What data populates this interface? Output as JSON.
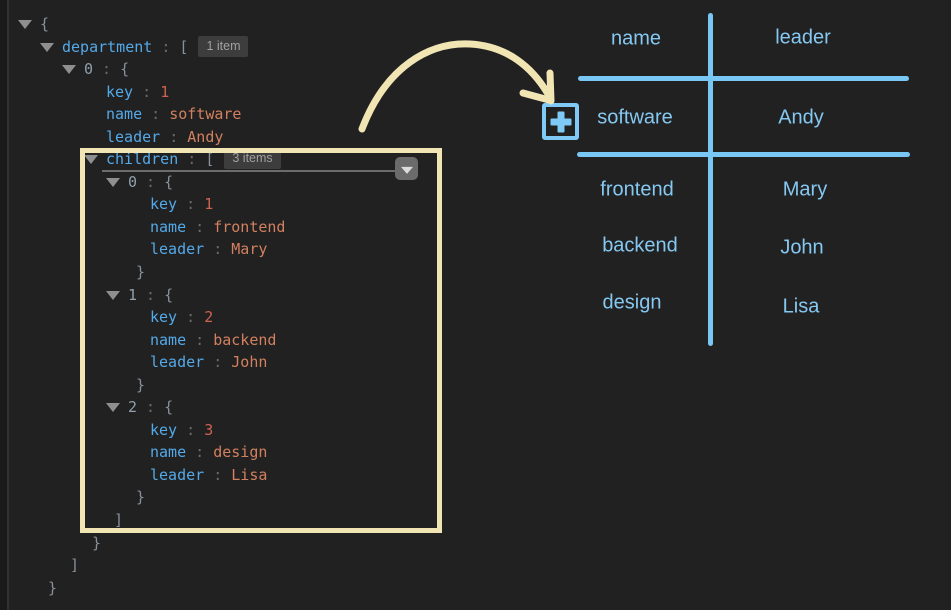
{
  "tree": {
    "lines": [
      {
        "ind": 0,
        "exp": true,
        "tokens": [
          {
            "t": "punct",
            "v": "{"
          }
        ]
      },
      {
        "ind": 1,
        "exp": true,
        "tokens": [
          {
            "t": "key",
            "v": "department"
          },
          {
            "t": "colon",
            "v": " : "
          },
          {
            "t": "punct",
            "v": "["
          },
          {
            "t": "badge",
            "v": "1 item"
          }
        ]
      },
      {
        "ind": 2,
        "exp": true,
        "tokens": [
          {
            "t": "index",
            "v": "0"
          },
          {
            "t": "colon",
            "v": " : "
          },
          {
            "t": "punct",
            "v": "{"
          }
        ]
      },
      {
        "ind": 3,
        "tokens": [
          {
            "t": "key",
            "v": "key"
          },
          {
            "t": "colon",
            "v": " : "
          },
          {
            "t": "number",
            "v": "1"
          }
        ]
      },
      {
        "ind": 3,
        "tokens": [
          {
            "t": "key",
            "v": "name"
          },
          {
            "t": "colon",
            "v": " : "
          },
          {
            "t": "string",
            "v": "software"
          }
        ]
      },
      {
        "ind": 3,
        "tokens": [
          {
            "t": "key",
            "v": "leader"
          },
          {
            "t": "colon",
            "v": " : "
          },
          {
            "t": "string",
            "v": "Andy"
          }
        ]
      },
      {
        "ind": 3,
        "exp": true,
        "dropdown": true,
        "tokens": [
          {
            "t": "key",
            "v": "children"
          },
          {
            "t": "colon",
            "v": " : "
          },
          {
            "t": "punct",
            "v": "["
          },
          {
            "t": "badge",
            "v": "3 items"
          }
        ]
      },
      {
        "ind": 4,
        "exp": true,
        "tokens": [
          {
            "t": "index",
            "v": "0"
          },
          {
            "t": "colon",
            "v": " : "
          },
          {
            "t": "punct",
            "v": "{"
          }
        ]
      },
      {
        "ind": 5,
        "tokens": [
          {
            "t": "key",
            "v": "key"
          },
          {
            "t": "colon",
            "v": " : "
          },
          {
            "t": "number",
            "v": "1"
          }
        ]
      },
      {
        "ind": 5,
        "tokens": [
          {
            "t": "key",
            "v": "name"
          },
          {
            "t": "colon",
            "v": " : "
          },
          {
            "t": "string",
            "v": "frontend"
          }
        ]
      },
      {
        "ind": 5,
        "tokens": [
          {
            "t": "key",
            "v": "leader"
          },
          {
            "t": "colon",
            "v": " : "
          },
          {
            "t": "string",
            "v": "Mary"
          }
        ]
      },
      {
        "ind": 4,
        "close": true,
        "tokens": [
          {
            "t": "punct",
            "v": "}"
          }
        ]
      },
      {
        "ind": 4,
        "exp": true,
        "tokens": [
          {
            "t": "index",
            "v": "1"
          },
          {
            "t": "colon",
            "v": " : "
          },
          {
            "t": "punct",
            "v": "{"
          }
        ]
      },
      {
        "ind": 5,
        "tokens": [
          {
            "t": "key",
            "v": "key"
          },
          {
            "t": "colon",
            "v": " : "
          },
          {
            "t": "number",
            "v": "2"
          }
        ]
      },
      {
        "ind": 5,
        "tokens": [
          {
            "t": "key",
            "v": "name"
          },
          {
            "t": "colon",
            "v": " : "
          },
          {
            "t": "string",
            "v": "backend"
          }
        ]
      },
      {
        "ind": 5,
        "tokens": [
          {
            "t": "key",
            "v": "leader"
          },
          {
            "t": "colon",
            "v": " : "
          },
          {
            "t": "string",
            "v": "John"
          }
        ]
      },
      {
        "ind": 4,
        "close": true,
        "tokens": [
          {
            "t": "punct",
            "v": "}"
          }
        ]
      },
      {
        "ind": 4,
        "exp": true,
        "tokens": [
          {
            "t": "index",
            "v": "2"
          },
          {
            "t": "colon",
            "v": " : "
          },
          {
            "t": "punct",
            "v": "{"
          }
        ]
      },
      {
        "ind": 5,
        "tokens": [
          {
            "t": "key",
            "v": "key"
          },
          {
            "t": "colon",
            "v": " : "
          },
          {
            "t": "number",
            "v": "3"
          }
        ]
      },
      {
        "ind": 5,
        "tokens": [
          {
            "t": "key",
            "v": "name"
          },
          {
            "t": "colon",
            "v": " : "
          },
          {
            "t": "string",
            "v": "design"
          }
        ]
      },
      {
        "ind": 5,
        "tokens": [
          {
            "t": "key",
            "v": "leader"
          },
          {
            "t": "colon",
            "v": " : "
          },
          {
            "t": "string",
            "v": "Lisa"
          }
        ]
      },
      {
        "ind": 4,
        "close": true,
        "tokens": [
          {
            "t": "punct",
            "v": "}"
          }
        ]
      },
      {
        "ind": 3,
        "close": true,
        "tokens": [
          {
            "t": "punct",
            "v": "]"
          }
        ]
      },
      {
        "ind": 2,
        "close": true,
        "tokens": [
          {
            "t": "punct",
            "v": "}"
          }
        ]
      },
      {
        "ind": 1,
        "close": true,
        "tokens": [
          {
            "t": "punct",
            "v": "]"
          }
        ]
      },
      {
        "ind": 0,
        "close": true,
        "tokens": [
          {
            "t": "punct",
            "v": "}"
          }
        ]
      }
    ]
  },
  "mock_table": {
    "headers": [
      "name",
      "leader"
    ],
    "rows": [
      [
        "software",
        "Andy"
      ],
      [
        "frontend",
        "Mary"
      ],
      [
        "backend",
        "John"
      ],
      [
        "design",
        "Lisa"
      ]
    ],
    "plus_label": "+"
  },
  "icons": {
    "expander": "triangle-down-icon",
    "dropdown": "chevron-down-icon",
    "add": "plus-icon"
  },
  "colors": {
    "background": "#212121",
    "json_key": "#54A9E9",
    "json_string": "#D2805F",
    "json_number": "#CE6250",
    "json_punctuation": "#88909A",
    "badge_background": "#3D3D3D",
    "badge_text": "#A0A0A0",
    "highlight_cream": "#F1E5B4",
    "table_blue": "#79C7F5"
  }
}
